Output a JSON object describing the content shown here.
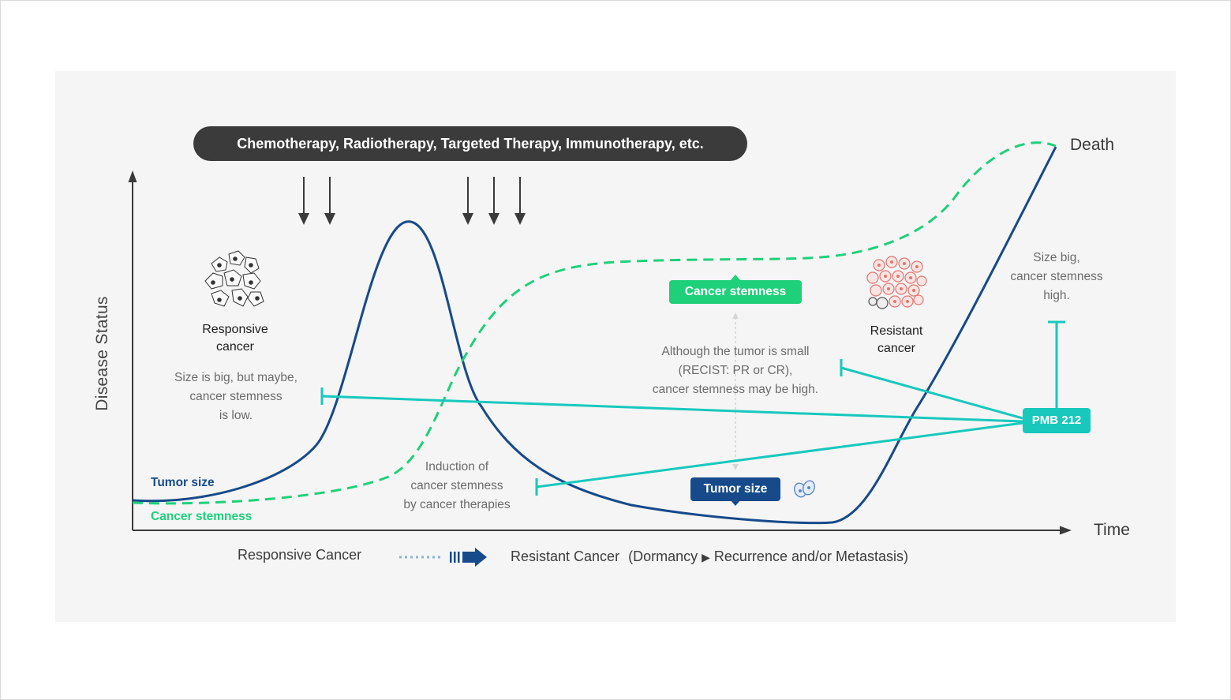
{
  "banner": "Chemotherapy, Radiotherapy, Targeted Therapy, Immunotherapy, etc.",
  "axes": {
    "y_label": "Disease Status",
    "x_label": "Time",
    "end_label": "Death"
  },
  "cells": {
    "responsive": {
      "line1": "Responsive",
      "line2": "cancer"
    },
    "resistant": {
      "line1": "Resistant",
      "line2": "cancer"
    }
  },
  "notes": {
    "left": [
      "Size is big, but maybe,",
      "cancer stemness",
      "is low."
    ],
    "induction": [
      "Induction of",
      "cancer stemness",
      "by cancer therapies"
    ],
    "middle": [
      "Although the tumor is small",
      "(RECIST: PR or CR),",
      "cancer stemness may be high."
    ],
    "right": [
      "Size big,",
      "cancer stemness",
      "high."
    ]
  },
  "tags": {
    "cancer_stemness": "Cancer stemness",
    "tumor_size": "Tumor size",
    "pmb": "PMB 212"
  },
  "legend": {
    "tumor_size": "Tumor size",
    "cancer_stemness": "Cancer stemness"
  },
  "bottom": {
    "responsive": "Responsive Cancer",
    "resistant": "Resistant Cancer",
    "paren_open": "(",
    "dormancy": "Dormancy",
    "triangle": "▶",
    "recurrence": "Recurrence and/or Metastasis",
    "paren_close": ")"
  },
  "colors": {
    "tumor_curve": "#164a8a",
    "stemness_curve": "#1ed07a",
    "pmb": "#18c8bd",
    "banner": "#3b3b3b",
    "arrows": "#3a3a3a"
  },
  "icons": {
    "responsive_cells": "cell-cluster-icon",
    "resistant_cells": "red-cell-cluster-icon",
    "small_cells": "small-cell-icon"
  }
}
